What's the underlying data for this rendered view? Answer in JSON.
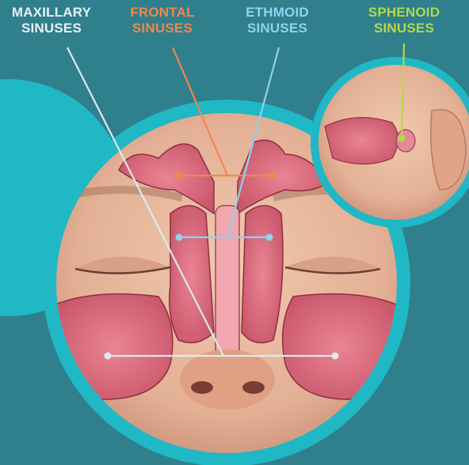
{
  "labels": {
    "maxillary": {
      "line1": "MAXILLARY",
      "line2": "SINUSES",
      "color": "#e9f1f3"
    },
    "frontal": {
      "line1": "FRONTAL",
      "line2": "SINUSES",
      "color": "#f2874b"
    },
    "ethmoid": {
      "line1": "ETHMOID",
      "line2": "SINUSES",
      "color": "#8fd2ef"
    },
    "sphenoid": {
      "line1": "SPHENOID",
      "line2": "SINUSES",
      "color": "#b5d84a"
    }
  },
  "colors": {
    "background": "#2f7f8c",
    "ring": "#1fb8c4",
    "skin": "#e8b79d",
    "sinus": "#d9697a"
  }
}
